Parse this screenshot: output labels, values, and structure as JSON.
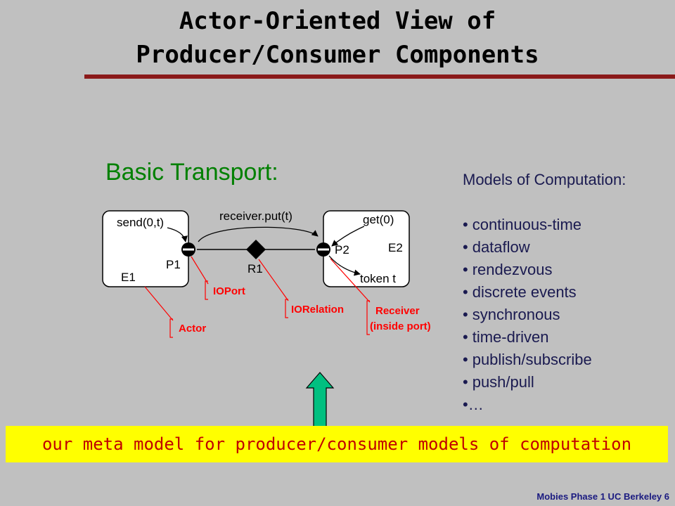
{
  "title": {
    "line1": "Actor-Oriented View of",
    "line2": "Producer/Consumer Components"
  },
  "diagram": {
    "heading": "Basic Transport:",
    "labels": {
      "send": "send(0,t)",
      "receiver_put": "receiver.put(t)",
      "get": "get(0)",
      "p1": "P1",
      "p2": "P2",
      "e1": "E1",
      "e2": "E2",
      "r1": "R1",
      "token": "token t"
    },
    "callouts": {
      "ioport": "IOPort",
      "iorelation": "IORelation",
      "receiver_line1": "Receiver",
      "receiver_line2": "(inside port)",
      "actor": "Actor"
    }
  },
  "models": {
    "heading": "Models of Computation:",
    "bullet": "•",
    "items": [
      "continuous-time",
      "dataflow",
      "rendezvous",
      "discrete events",
      "synchronous",
      "time-driven",
      "publish/subscribe",
      "push/pull",
      "…"
    ]
  },
  "banner": {
    "text": "our meta model for producer/consumer models of computation"
  },
  "footer": {
    "text": "Mobies Phase 1 UC Berkeley  6"
  },
  "colors": {
    "background": "#c0c0c0",
    "title_rule": "#8b1a1a",
    "heading_green": "#008000",
    "callout_red": "#ff0000",
    "banner_bg": "#ffff00",
    "banner_text": "#c00000",
    "arrow_fill": "#00c080"
  }
}
